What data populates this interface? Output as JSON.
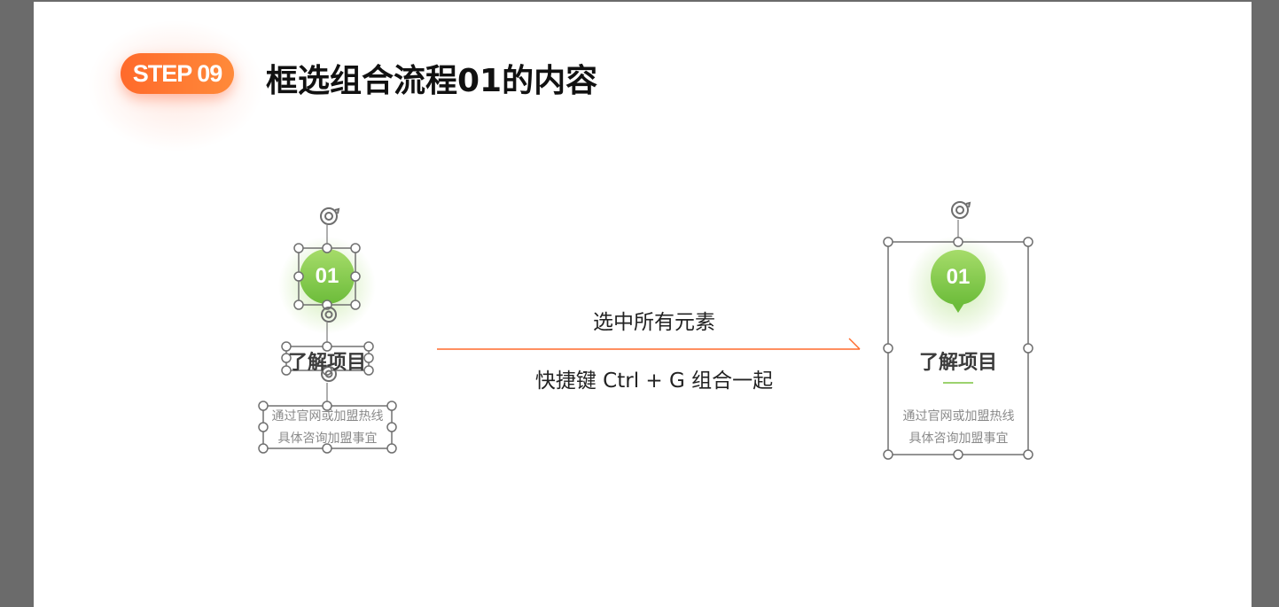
{
  "header": {
    "step_badge": "STEP 09",
    "title": "框选组合流程01的内容"
  },
  "left_group": {
    "number": "01",
    "title": "了解项目",
    "desc_line1": "通过官网或加盟热线",
    "desc_line2": "具体咨询加盟事宜"
  },
  "arrow": {
    "top_label": "选中所有元素",
    "bottom_label": "快捷键 Ctrl + G 组合一起"
  },
  "right_group": {
    "number": "01",
    "title": "了解项目",
    "desc_line1": "通过官网或加盟热线",
    "desc_line2": "具体咨询加盟事宜"
  },
  "colors": {
    "accent_orange": "#ff6a2b",
    "accent_green": "#7cc43e",
    "handle_gray": "#7a7a7a"
  }
}
